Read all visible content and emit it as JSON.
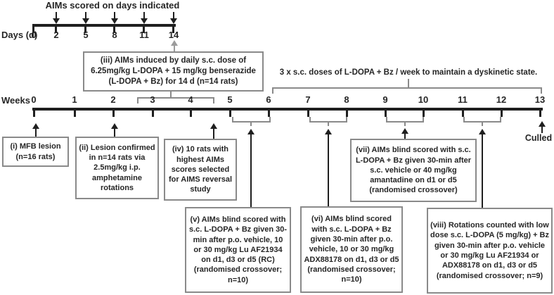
{
  "colors": {
    "text": "#262626",
    "axis": "#1f1f1f",
    "box_border": "#8a8a8a",
    "bracket": "#8a8a8a",
    "gray_arrow": "#9c9c9c",
    "background": "#ffffff"
  },
  "days_section": {
    "title": "AIMs scored on days indicated",
    "axis_label": "Days (d)",
    "ticks": [
      "0",
      "2",
      "5",
      "8",
      "11",
      "14"
    ]
  },
  "weeks_section": {
    "axis_label": "Weeks",
    "ticks": [
      "0",
      "1",
      "2",
      "3",
      "4",
      "5",
      "6",
      "7",
      "8",
      "9",
      "10",
      "11",
      "12",
      "13"
    ],
    "maintenance_note": "3 x s.c. doses of L-DOPA + Bz / week to maintain a dyskinetic state.",
    "culled_label": "Culled"
  },
  "boxes": {
    "box_i": "(i) MFB lesion (n=16 rats)",
    "box_ii": "(ii) Lesion confirmed in n=14 rats via 2.5mg/kg i.p. amphetamine rotations",
    "box_iii": "(iii) AIMs induced by daily s.c. dose of 6.25mg/kg L-DOPA + 15 mg/kg benserazide (L-DOPA + Bz) for 14 d (n=14 rats)",
    "box_iv": "(iv) 10 rats with highest AIMs scores selected for AIMS reversal study",
    "box_v": "(v) AIMs blind scored with s.c. L-DOPA + Bz given 30-min after p.o. vehicle, 10 or 30 mg/kg Lu AF21934 on d1, d3 or d5 (RC) (randomised crossover; n=10)",
    "box_vi": "(vi) AIMs blind scored with s.c. L-DOPA + Bz given 30-min after p.o. vehicle, 10 or 30 mg/kg ADX88178 on d1, d3 or d5 (randomised crossover; n=10)",
    "box_vii": "(vii) AIMs blind scored with s.c. L-DOPA + Bz given 30-min after s.c. vehicle or 40 mg/kg amantadine on d1 or d5 (randomised crossover)",
    "box_viii": "(viii) Rotations counted with low dose s.c. L-DOPA (5 mg/kg) + Bz given 30-min after p.o. vehicle or 30 mg/kg Lu AF21934 or ADX88178 on d1, d3 or d5 (randomised crossover; n=9)"
  }
}
